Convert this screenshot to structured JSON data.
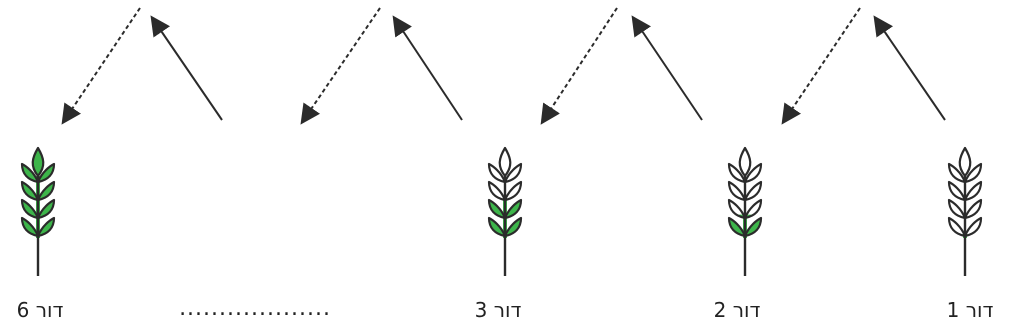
{
  "colors": {
    "stroke": "#2b2b2b",
    "fill": "#3db54a",
    "text": "#222222"
  },
  "generations": [
    {
      "label": "דור 1",
      "fill_fraction": 0.1
    },
    {
      "label": "דור 2",
      "fill_fraction": 0.3
    },
    {
      "label": "דור 3",
      "fill_fraction": 0.45
    },
    {
      "label": "דור 6",
      "fill_fraction": 1.0
    }
  ],
  "ellipsis": "...................",
  "arrows": {
    "solid": "up-left-solid-arrow",
    "dashed": "down-left-dashed-arrow"
  }
}
